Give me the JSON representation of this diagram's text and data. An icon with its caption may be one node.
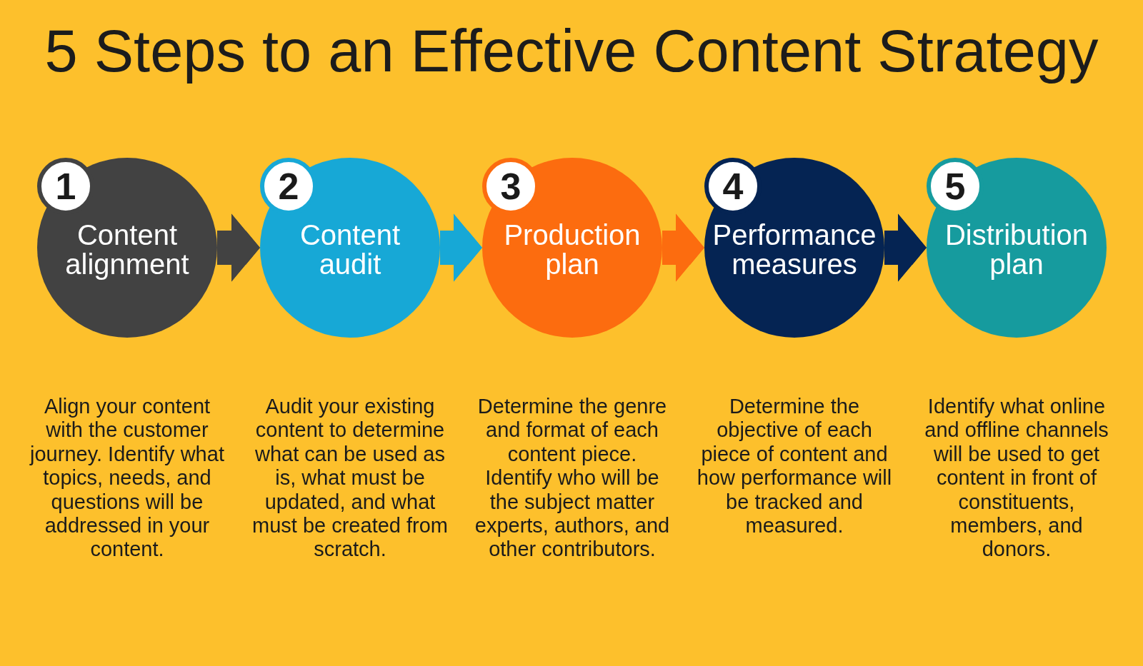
{
  "diagram": {
    "title": "5 Steps to an Effective Content Strategy",
    "nodes": [
      {
        "text": [
          "1",
          "Content alignment"
        ],
        "beside": [
          "Align your content with the customer journey. Identify what topics, needs, and questions will be addressed in your content."
        ]
      },
      {
        "text": [
          "2",
          "Content audit"
        ],
        "beside": [
          "Audit your existing content to determine what can be used as is, what must be updated, and what must be created from scratch."
        ]
      },
      {
        "text": [
          "3",
          "Production plan"
        ],
        "beside": [
          "Determine the genre and format of each content piece. Identify who will be the subject matter experts, authors, and other contributors."
        ]
      },
      {
        "text": [
          "4",
          "Performance measures"
        ],
        "beside": [
          "Determine the objective of each piece of content and how performance will be tracked and measured."
        ]
      },
      {
        "text": [
          "5",
          "Distribution plan"
        ],
        "beside": [
          "Identify what online and offline channels will be used to get content in front of constituents, members, and donors."
        ]
      }
    ],
    "edges": [
      {
        "from": 0,
        "to": 1,
        "arrow": "to",
        "color": "#424242"
      },
      {
        "from": 1,
        "to": 2,
        "arrow": "to",
        "color": "#17a8d6"
      },
      {
        "from": 2,
        "to": 3,
        "arrow": "to",
        "color": "#fc6c0f"
      },
      {
        "from": 3,
        "to": 4,
        "arrow": "to",
        "color": "#052453"
      }
    ]
  }
}
